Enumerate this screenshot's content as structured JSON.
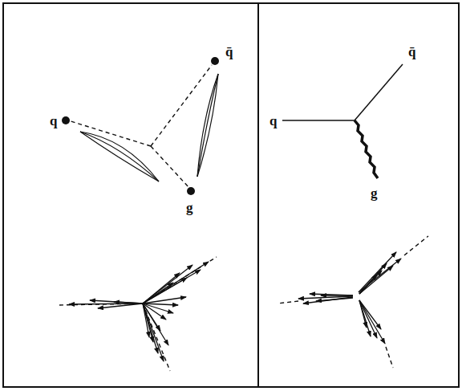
{
  "diagram": {
    "labels": [
      "q",
      "q̄",
      "g",
      "q",
      "q̄",
      "g"
    ]
  }
}
